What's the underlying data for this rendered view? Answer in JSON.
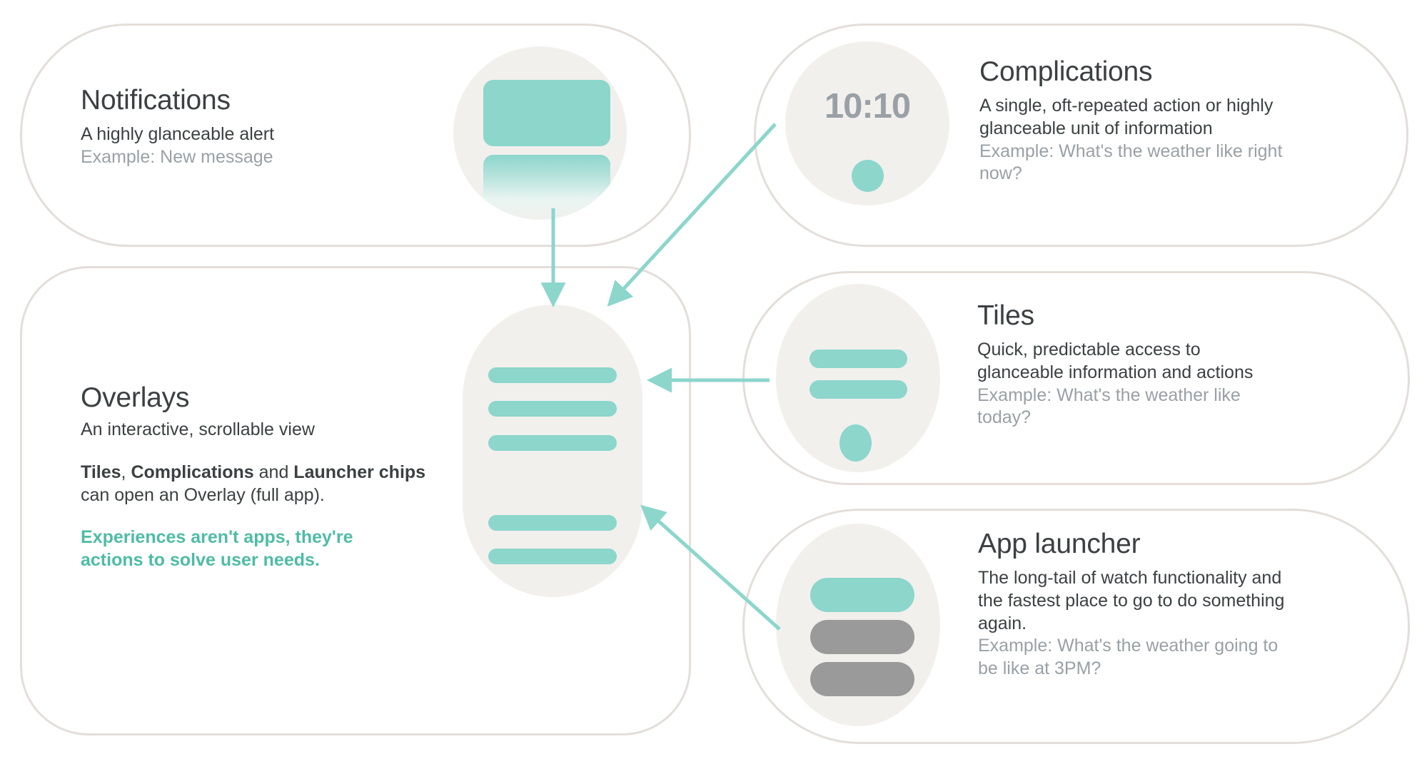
{
  "theme": {
    "accent_teal": "#8CD6CC",
    "accent_teal_text": "#4EBCA5",
    "card_border": "#E3DEDA",
    "surface_gray": "#F1F0ED",
    "chip_gray": "#9A9A9A",
    "text_primary": "#3C4043",
    "text_muted": "#9AA0A6"
  },
  "cards": {
    "notifications": {
      "title": "Notifications",
      "description": "A highly glanceable alert",
      "example": "Example:  New message"
    },
    "complications": {
      "title": "Complications",
      "description_line_1": "A single, oft-repeated action or highly",
      "description_line_2": "glanceable unit of information",
      "example_line_1": "Example:  What's the weather like right",
      "example_line_2": "now?",
      "watch_time": "10:10"
    },
    "overlays": {
      "title": "Overlays",
      "description": "An interactive, scrollable view",
      "sentence_parts": {
        "bold_1": "Tiles",
        "plain_1": ", ",
        "bold_2": "Complications",
        "plain_2": " and ",
        "bold_3": "Launcher chips",
        "plain_3": " can open an Overlay (full app)."
      },
      "callout_line_1": "Experiences aren't apps, they're",
      "callout_line_2": "actions to solve user needs."
    },
    "tiles": {
      "title": "Tiles",
      "description_line_1": "Quick, predictable access to",
      "description_line_2": "glanceable information and actions",
      "example_line_1": "Example: What's the weather like",
      "example_line_2": "today?"
    },
    "app_launcher": {
      "title": "App launcher",
      "description_line_1": "The long-tail of watch functionality and",
      "description_line_2": "the fastest place to go to do something",
      "description_line_3": "again.",
      "example_line_1": "Example:  What's the weather going to",
      "example_line_2": "be like at 3PM?"
    }
  },
  "arrows": [
    {
      "name": "notifications-to-overlays",
      "direction": "down"
    },
    {
      "name": "complications-to-overlays",
      "direction": "down-left"
    },
    {
      "name": "tiles-to-overlays",
      "direction": "left"
    },
    {
      "name": "app-launcher-to-overlays",
      "direction": "up-left"
    }
  ]
}
